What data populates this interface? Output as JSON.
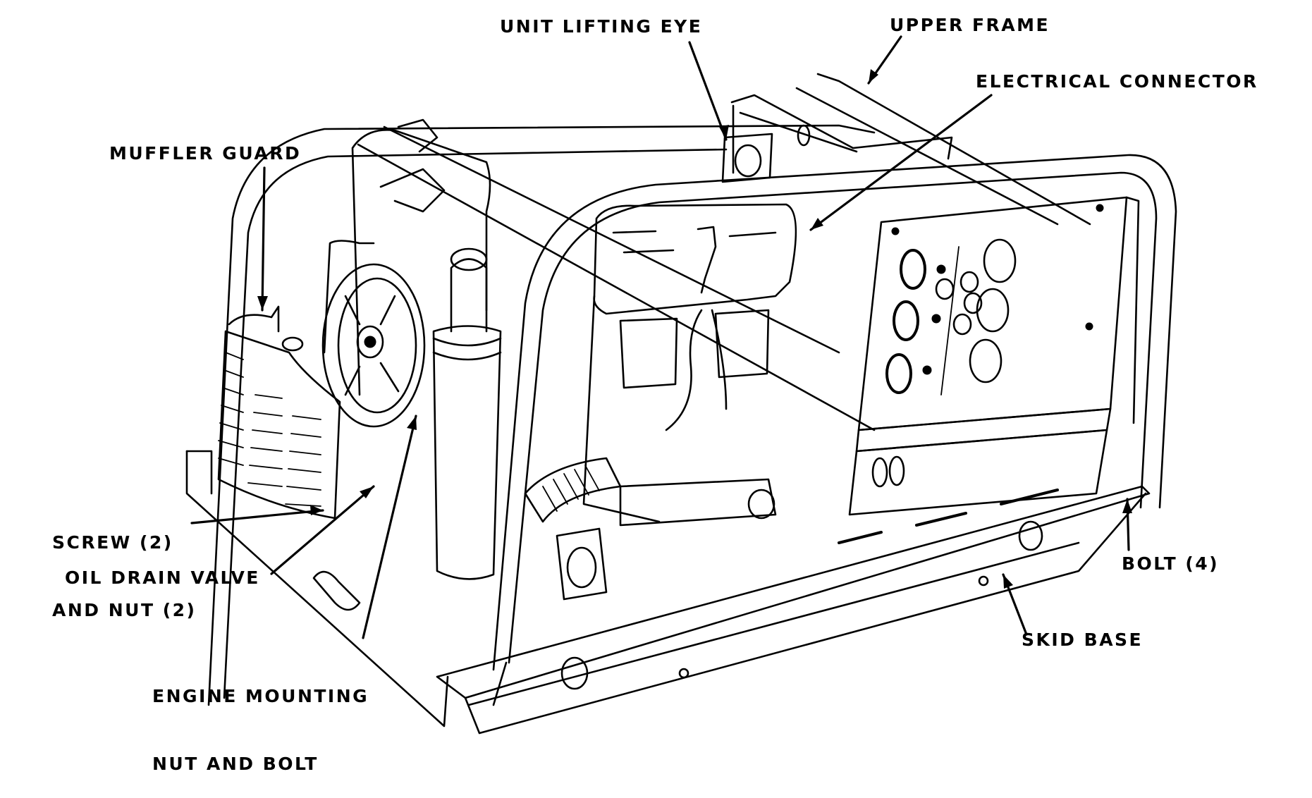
{
  "figure": {
    "subject": "Generator set, left-front view",
    "ink_color": "#000000",
    "background_color": "#ffffff"
  },
  "callouts": {
    "unit_lifting_eye": "UNIT LIFTING EYE",
    "upper_frame": "UPPER FRAME",
    "electrical_connector": "ELECTRICAL CONNECTOR",
    "muffler_guard": "MUFFLER GUARD",
    "screw_nut_line1": "SCREW (2)",
    "screw_nut_line2": "AND NUT (2)",
    "oil_drain_valve": "OIL DRAIN VALVE",
    "engine_mounting_line1": "ENGINE MOUNTING",
    "engine_mounting_line2": "NUT AND BOLT",
    "bolt": "BOLT (4)",
    "skid_base": "SKID BASE"
  }
}
